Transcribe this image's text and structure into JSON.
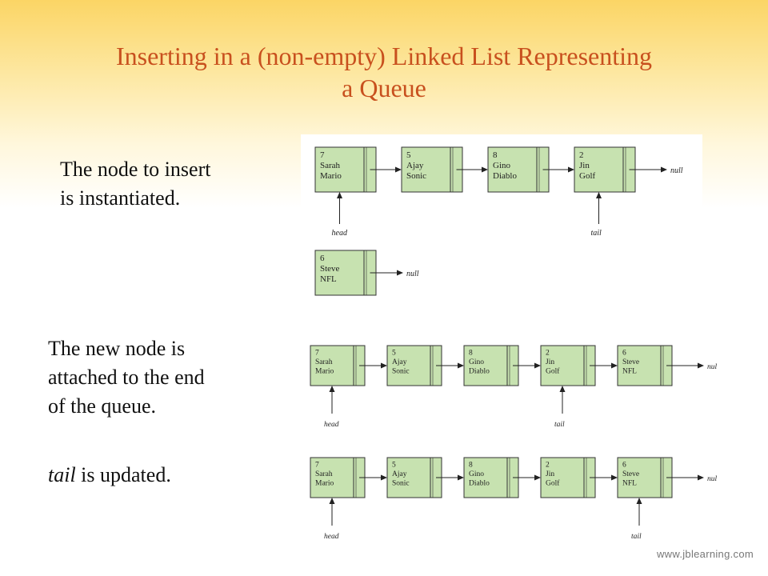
{
  "title_line1": "Inserting in a (non-empty) Linked List Representing",
  "title_line2": "a Queue",
  "captions": {
    "step1_line1": "The node to insert",
    "step1_line2": "is instantiated.",
    "step2_line1": "The new node is",
    "step2_line2": "attached to the end",
    "step2_line3": "of the queue.",
    "step3_em": "tail",
    "step3_rest": " is updated."
  },
  "null_label": "null",
  "head_label": "head",
  "tail_label": "tail",
  "nodes": [
    {
      "id": "7",
      "first": "Sarah",
      "last": "Mario"
    },
    {
      "id": "5",
      "first": "Ajay",
      "last": "Sonic"
    },
    {
      "id": "8",
      "first": "Gino",
      "last": "Diablo"
    },
    {
      "id": "2",
      "first": "Jin",
      "last": "Golf"
    }
  ],
  "new_node": {
    "id": "6",
    "first": "Steve",
    "last": "NFL"
  },
  "diagrams": [
    {
      "name": "step1",
      "list_nodes": 4,
      "head_index": 0,
      "tail_index": 3,
      "separate_new_node": true
    },
    {
      "name": "step2",
      "list_nodes": 5,
      "head_index": 0,
      "tail_index": 3,
      "separate_new_node": false
    },
    {
      "name": "step3",
      "list_nodes": 5,
      "head_index": 0,
      "tail_index": 4,
      "separate_new_node": false
    }
  ],
  "colors": {
    "title": "#c8501e",
    "node_fill": "#c7e2b0",
    "node_stroke": "#333333"
  },
  "watermark": "www.jblearning.com"
}
